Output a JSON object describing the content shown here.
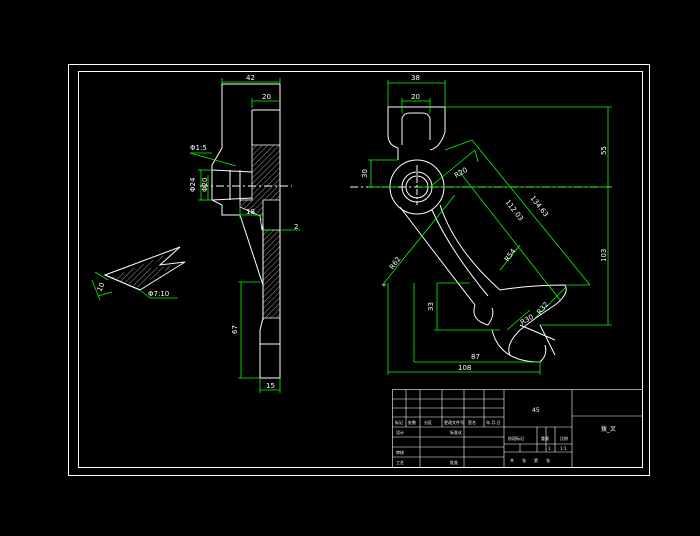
{
  "drawing": {
    "colors": {
      "background": "#000000",
      "outline": "#ffffff",
      "dimension": "#00ff00",
      "text": "#ffffff"
    },
    "dimensions": {
      "d42": "42",
      "d20a": "20",
      "d18": "18",
      "d2": "2",
      "d67": "67",
      "d15": "15",
      "taper": "Φ1:5",
      "d24": "Φ24",
      "d20b": "Φ20",
      "d38": "38",
      "d20c": "20",
      "d30": "30",
      "d55": "55",
      "d103": "103",
      "r20": "R20",
      "r62": "R62",
      "r54": "R54",
      "r32": "R32",
      "r30": "R30",
      "d112": "112.03",
      "d134": "134.63",
      "d33": "33",
      "d87": "87",
      "d108": "108",
      "d10": "10",
      "slope": "Φ7:10"
    },
    "title_block": {
      "material": "45",
      "drawing_name": "拨_叉",
      "row_texts": [
        "标记",
        "处数",
        "分区",
        "更改文件号",
        "签名",
        "年.月.日"
      ],
      "design": "设计",
      "standard": "标准化",
      "stage_mark": "阶段标记",
      "weight": "重量",
      "scale": "比例",
      "scale_value": "1:1",
      "review": "审核",
      "process": "工艺",
      "approve": "批准",
      "sheet_info": [
        "共",
        "张",
        "第",
        "张"
      ],
      "count": "1"
    }
  }
}
